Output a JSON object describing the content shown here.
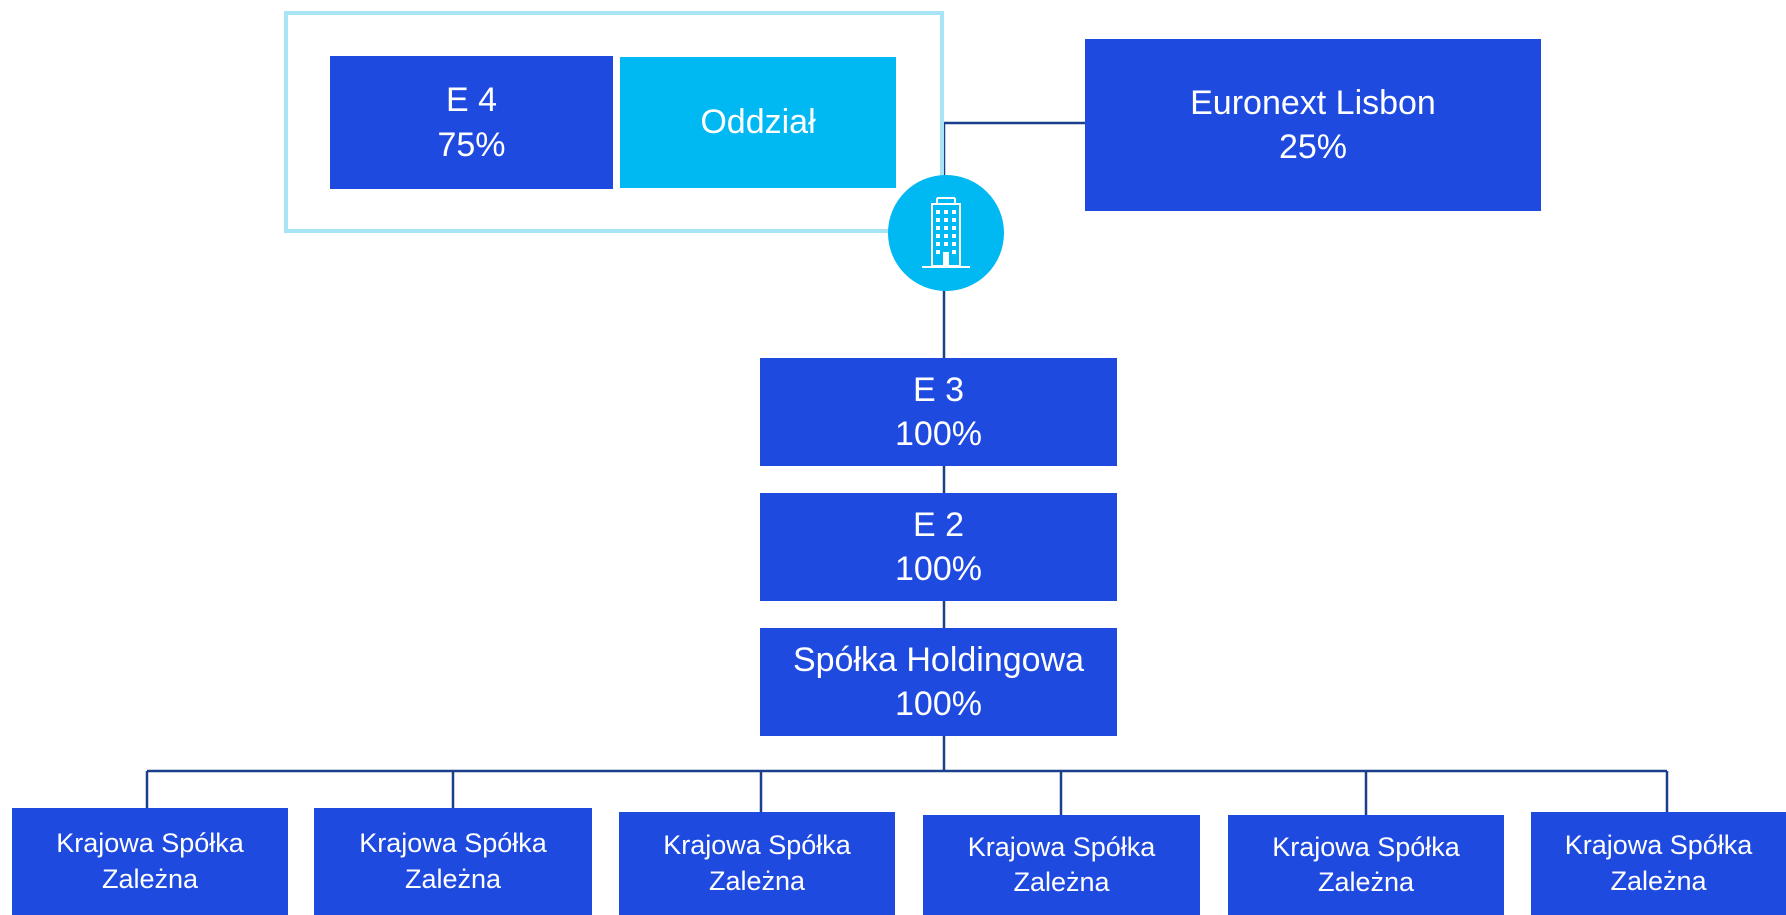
{
  "top": {
    "e4": {
      "name": "E 4",
      "pct": "75%"
    },
    "branch": {
      "label": "Oddział"
    },
    "euronext": {
      "name": "Euronext Lisbon",
      "pct": "25%"
    }
  },
  "chain": [
    {
      "name": "E 3",
      "pct": "100%"
    },
    {
      "name": "E 2",
      "pct": "100%"
    },
    {
      "name": "Spółka Holdingowa",
      "pct": "100%"
    }
  ],
  "subsidiaries": [
    {
      "line1": "Krajowa Spółka",
      "line2": "Zależna"
    },
    {
      "line1": "Krajowa Spółka",
      "line2": "Zależna"
    },
    {
      "line1": "Krajowa Spółka",
      "line2": "Zależna"
    },
    {
      "line1": "Krajowa Spółka",
      "line2": "Zależna"
    },
    {
      "line1": "Krajowa Spółka",
      "line2": "Zależna"
    },
    {
      "line1": "Krajowa Spółka",
      "line2": "Zależna"
    }
  ],
  "colors": {
    "box_blue": "#1f4ae0",
    "accent_cyan": "#00b8f2",
    "frame": "#a7e4f5",
    "connector": "#1a3f8c"
  },
  "icons": {
    "badge": "office-building-icon"
  }
}
